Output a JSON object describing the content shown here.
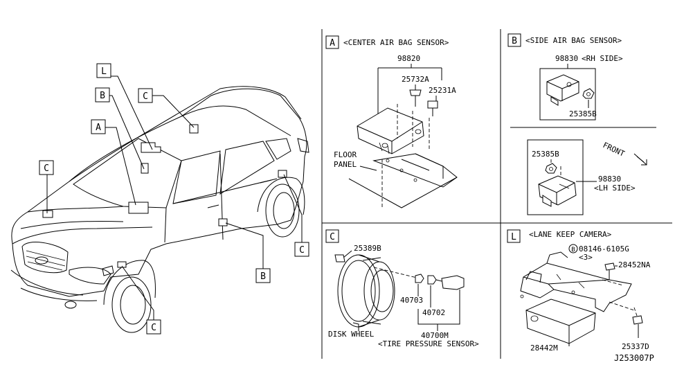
{
  "callouts": {
    "L": "L",
    "B": "B",
    "C": "C",
    "A": "A"
  },
  "panel_a": {
    "letter": "A",
    "title": "<CENTER AIR BAG SENSOR>",
    "part_sensor": "98820",
    "part_bolt": "25732A",
    "part_bolt2": "25231A",
    "floor_label_1": "FLOOR",
    "floor_label_2": "PANEL"
  },
  "panel_b": {
    "letter": "B",
    "title": "<SIDE AIR BAG SENSOR>",
    "rh_part": "98830",
    "rh_side": "<RH SIDE>",
    "rh_nut": "25385B",
    "front_label": "FRONT",
    "lh_nut": "25385B",
    "lh_part": "98830",
    "lh_side": "<LH SIDE>"
  },
  "panel_c": {
    "letter": "C",
    "part_valve": "25389B",
    "part_nut": "40703",
    "part_valve2": "40702",
    "part_assy": "40700M",
    "disk_wheel": "DISK WHEEL",
    "tps_label": "<TIRE PRESSURE SENSOR>"
  },
  "panel_l": {
    "letter": "L",
    "title": "<LANE KEEP CAMERA>",
    "bolt_circle": "B",
    "bolt_part": "08146-6105G",
    "bolt_qty": "<3>",
    "bracket_part": "28452NA",
    "camera_part": "28442M",
    "clip_part": "25337D"
  },
  "diagram_code": "J253007P"
}
